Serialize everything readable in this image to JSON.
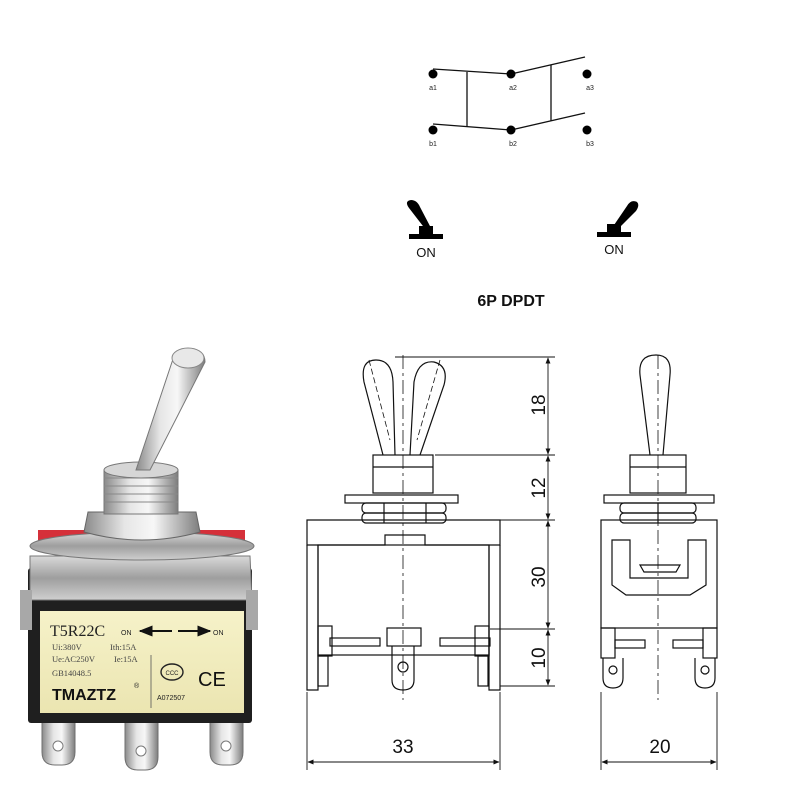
{
  "schematic": {
    "pins_top": [
      "a1",
      "a2",
      "a3"
    ],
    "pins_bottom": [
      "b1",
      "b2",
      "b3"
    ]
  },
  "positions": {
    "left_label": "ON",
    "right_label": "ON"
  },
  "title": "6P DPDT",
  "product": {
    "model": "T5R22C",
    "arrow_left": "ON",
    "arrow_right": "ON",
    "spec_ui": "Ui:380V",
    "spec_ith": "Ith:15A",
    "spec_ue": "Ue:AC250V",
    "spec_ie": "Ie:15A",
    "standard": "GB14048.5",
    "brand": "TMAZTZ",
    "brand_mark": "®",
    "cert_code": "A072507",
    "ce_mark": "CE",
    "ccc_mark": "CCC",
    "colors": {
      "body": "#1f1f1f",
      "label": "#f3efc2",
      "metal": "#bdbdbd",
      "red": "#d5303a"
    }
  },
  "dimensions": {
    "height_lever": "18",
    "height_bushing": "12",
    "height_body": "30",
    "height_terminal": "10",
    "width_front": "33",
    "width_side": "20"
  }
}
